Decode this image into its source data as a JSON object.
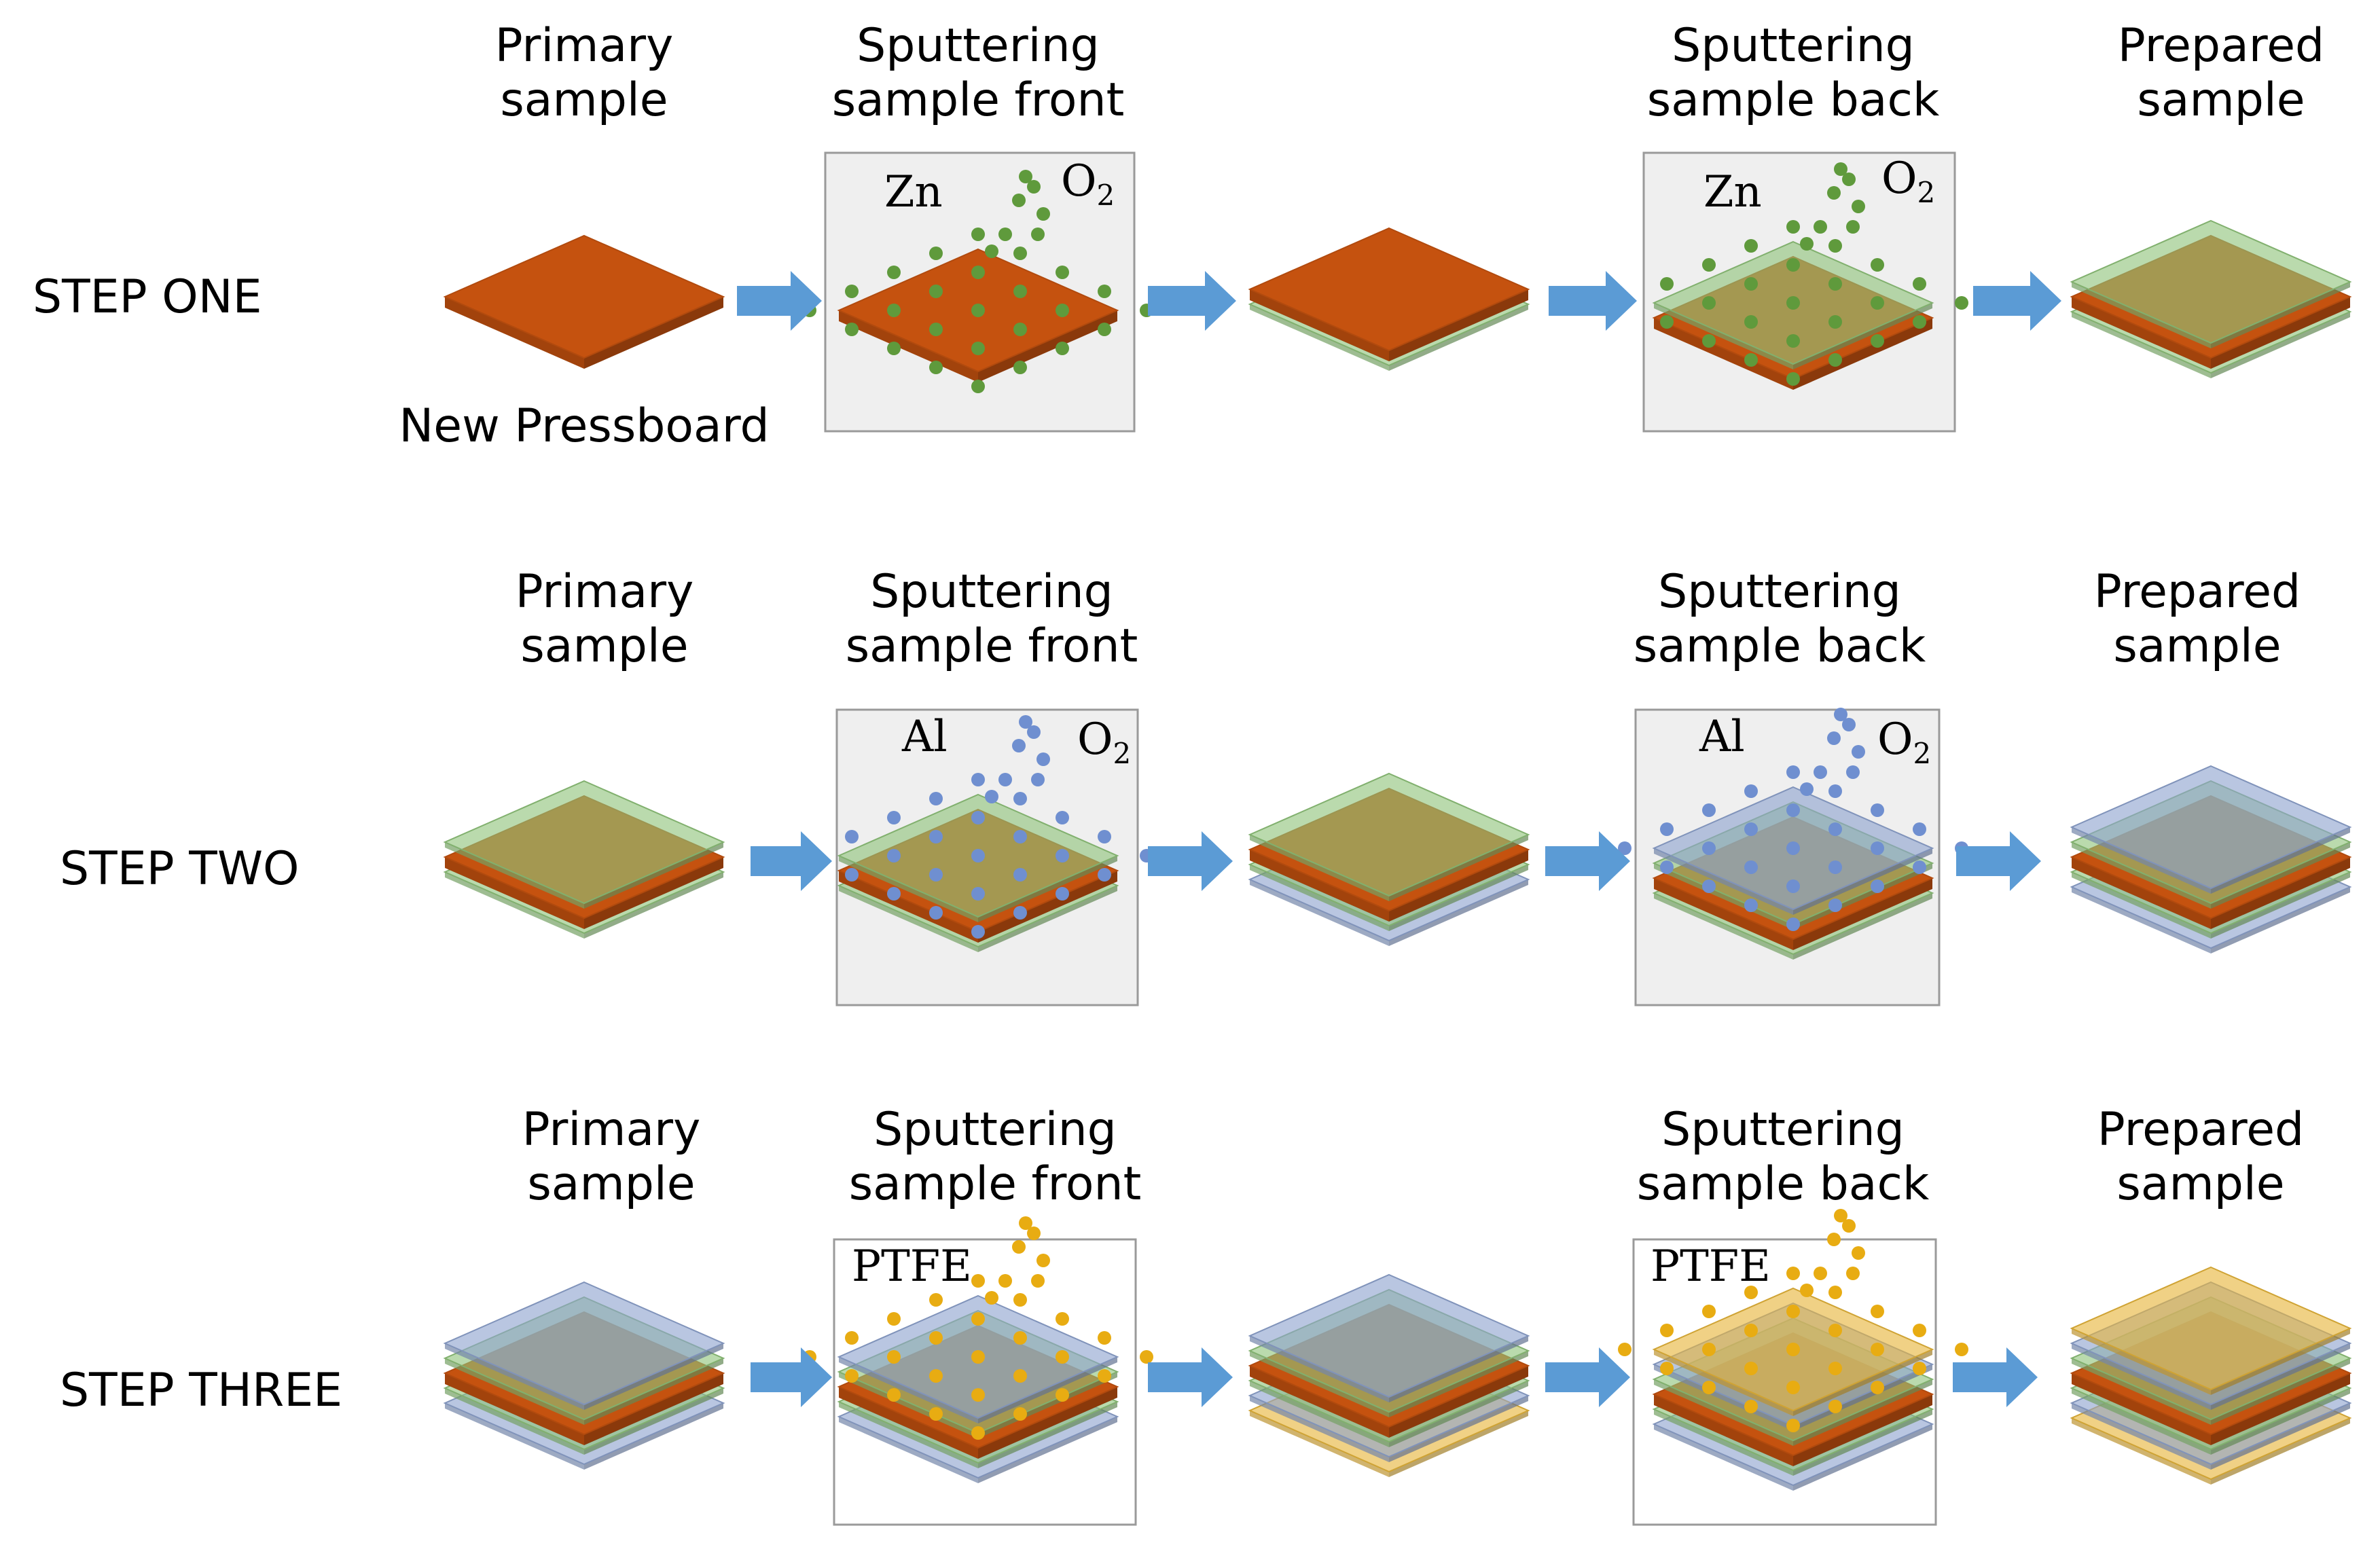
{
  "colors": {
    "pressboard": "#c5520f",
    "pressboard_edge": "#9c3d08",
    "zno": "#8fc47a",
    "al2o3": "#8ea3cf",
    "ptfe": "#e6b53a",
    "arrow": "#5b9bd5",
    "chamber_bg": "#efefef",
    "chamber_border": "#9a9a9a",
    "zn_particle": "#5f9a3c",
    "al_particle": "#6f8fd0",
    "ptfe_particle": "#e8ac12"
  },
  "stages": {
    "primary": [
      "Primary",
      "sample"
    ],
    "front": [
      "Sputtering",
      "sample front"
    ],
    "back": [
      "Sputtering",
      "sample back"
    ],
    "prepared": [
      "Prepared",
      "sample"
    ]
  },
  "rows": [
    {
      "step_label": "STEP ONE",
      "extra_label": "New Pressboard",
      "target": "Zn",
      "gas": "O",
      "gas_sub": "2",
      "particle": "zn_particle",
      "stacks": {
        "primary": [
          "pressboard"
        ],
        "front": [
          "pressboard"
        ],
        "mid": [
          "pressboard",
          "zno"
        ],
        "back": [
          "zno",
          "pressboard"
        ],
        "prepared": [
          "zno",
          "pressboard",
          "zno"
        ]
      }
    },
    {
      "step_label": "STEP TWO",
      "extra_label": "",
      "target": "Al",
      "gas": "O",
      "gas_sub": "2",
      "particle": "al_particle",
      "stacks": {
        "primary": [
          "zno",
          "pressboard",
          "zno"
        ],
        "front": [
          "zno",
          "pressboard",
          "zno"
        ],
        "mid": [
          "zno",
          "pressboard",
          "zno",
          "al2o3"
        ],
        "back": [
          "al2o3",
          "zno",
          "pressboard",
          "zno"
        ],
        "prepared": [
          "al2o3",
          "zno",
          "pressboard",
          "zno",
          "al2o3"
        ]
      }
    },
    {
      "step_label": "STEP THREE",
      "extra_label": "",
      "target": "PTFE",
      "gas": "",
      "gas_sub": "",
      "particle": "ptfe_particle",
      "stacks": {
        "primary": [
          "al2o3",
          "zno",
          "pressboard",
          "zno",
          "al2o3"
        ],
        "front": [
          "al2o3",
          "zno",
          "pressboard",
          "zno",
          "al2o3"
        ],
        "mid": [
          "al2o3",
          "zno",
          "pressboard",
          "zno",
          "al2o3",
          "ptfe"
        ],
        "back": [
          "ptfe",
          "al2o3",
          "zno",
          "pressboard",
          "zno",
          "al2o3"
        ],
        "prepared": [
          "ptfe",
          "al2o3",
          "zno",
          "pressboard",
          "zno",
          "al2o3",
          "ptfe"
        ]
      }
    }
  ]
}
